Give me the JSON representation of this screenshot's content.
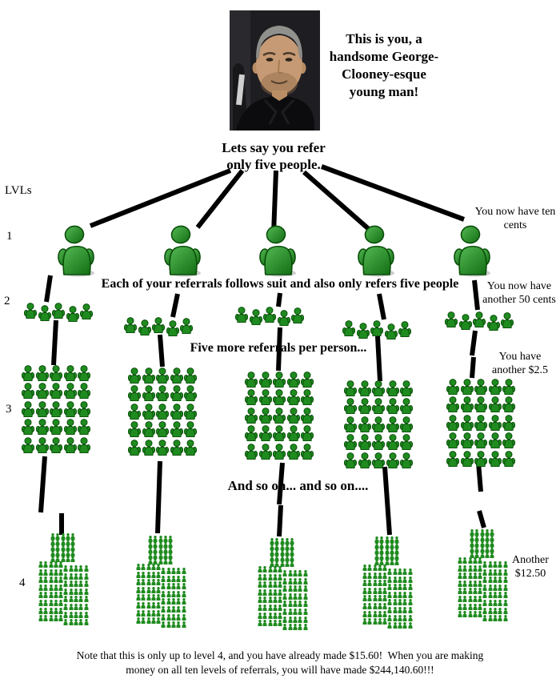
{
  "labels": {
    "lvls": "LVLs"
  },
  "captions": {
    "you": [
      "This is you, a",
      "handsome George-",
      "Clooney-esque",
      "young man!"
    ],
    "refer": [
      "Lets say you refer",
      "only five people."
    ],
    "each": "Each of your referrals follows suit and also only refers five people",
    "five_more": "Five more referrals per person...",
    "and_so_on": "And so on... and so on...."
  },
  "levels": [
    {
      "num": "1",
      "annotation": [
        "You now have ten",
        "cents"
      ]
    },
    {
      "num": "2",
      "annotation": [
        "You now have",
        "another 50 cents"
      ]
    },
    {
      "num": "3",
      "annotation": [
        "You have",
        "another $2.5"
      ]
    },
    {
      "num": "4",
      "annotation": [
        "Another",
        "$12.50"
      ]
    }
  ],
  "note": [
    "Note that this is only up to level 4, and you have already made $15.60!  When you are making",
    "money on all ten levels of referrals, you will have made $244,140.60!!!"
  ],
  "counts": {
    "level1_people": 5,
    "level2_groups": 5,
    "level2_group_size": 5,
    "level3_grids": 5,
    "level3_per_grid": 25,
    "level4_clusters": 5,
    "level4_top_block": 25,
    "level4_bottom_half": 40
  },
  "colors": {
    "person_green": "#1f8b1f",
    "person_green_dark": "#0a4f0a",
    "person_green_light": "#54b854",
    "person_green_deep": "#177317",
    "line": "#000000",
    "background": "#ffffff"
  }
}
